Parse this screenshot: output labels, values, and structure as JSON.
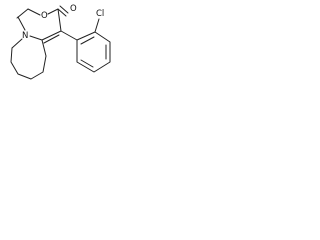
{
  "molecule": {
    "atoms": {
      "ester_oxygen": "O",
      "carbonyl_oxygen": "O",
      "ring_nitrogen": "N",
      "chlorine": "Cl"
    },
    "colors": {
      "bond": "#222222",
      "label": "#111111",
      "background": "#ffffff"
    }
  }
}
